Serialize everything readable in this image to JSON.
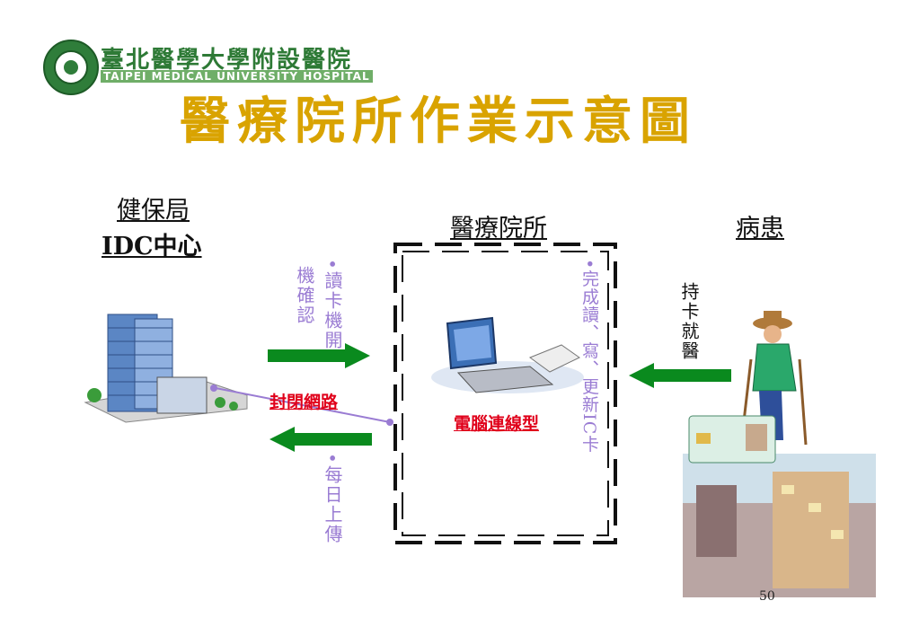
{
  "header": {
    "hospital_name_cn": "臺北醫學大學附設醫院",
    "hospital_name_en": "TAIPEI MEDICAL UNIVERSITY HOSPITAL",
    "title": "醫療院所作業示意圖"
  },
  "nodes": {
    "idc_line1": "健保局",
    "idc_line2": "IDC中心",
    "clinic": "醫療院所",
    "patient": "病患"
  },
  "labels": {
    "verify_col1": "•讀卡機開",
    "verify_col2": "機確認",
    "daily_upload": "•每日上傳",
    "closed_network": "封閉網路",
    "computer_type": "電腦連線型",
    "card_update": "•完成讀、寫、更新IC卡",
    "hold_card": "持卡就醫"
  },
  "page_number": "50",
  "colors": {
    "title": "#d9a300",
    "hospital": "#2e7a36",
    "arrow": "#0a8a1e",
    "lavender": "#9a7cd3",
    "red": "#e0001a"
  }
}
